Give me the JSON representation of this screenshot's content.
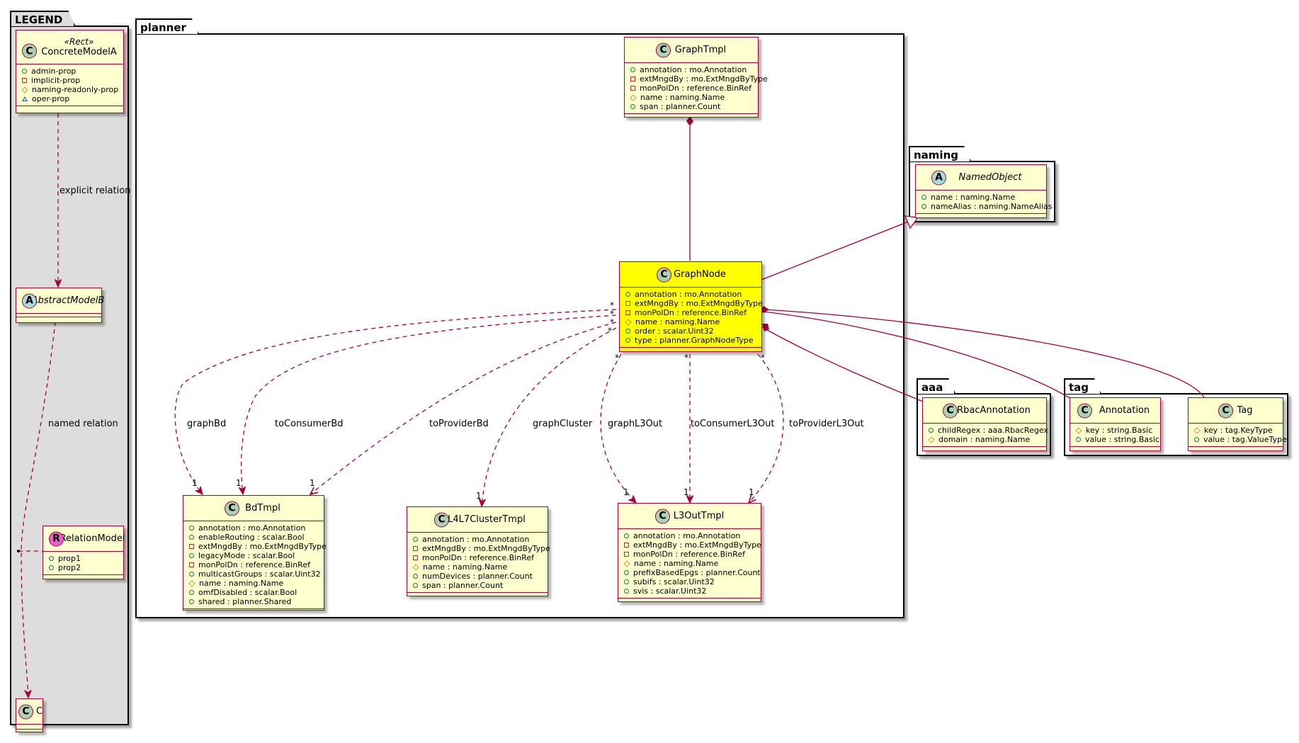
{
  "packages": {
    "legend": "LEGEND",
    "planner": "planner",
    "naming": "naming",
    "aaa": "aaa",
    "tag": "tag"
  },
  "legend": {
    "stereotype": "«Rect»",
    "concrete_model": {
      "name": "ConcreteModelA",
      "attrs": [
        {
          "vis": "public",
          "text": "admin-prop"
        },
        {
          "vis": "private",
          "text": "implicit-prop"
        },
        {
          "vis": "protected",
          "text": "naming-readonly-prop"
        },
        {
          "vis": "package",
          "text": "oper-prop"
        }
      ]
    },
    "abstract_model": {
      "name": "AbstractModelB"
    },
    "relation_model": {
      "name": "RelationModel",
      "attrs": [
        {
          "vis": "public",
          "text": "prop1"
        },
        {
          "vis": "public",
          "text": "prop2"
        }
      ]
    },
    "c_model": {
      "name": "C"
    },
    "explicit_relation": "explicit relation",
    "named_relation": "named relation"
  },
  "classes": {
    "graph_tmpl": {
      "name": "GraphTmpl",
      "attrs": [
        {
          "vis": "public",
          "text": "annotation : mo.Annotation"
        },
        {
          "vis": "private",
          "text": "extMngdBy : mo.ExtMngdByType"
        },
        {
          "vis": "private",
          "text": "monPolDn : reference.BinRef"
        },
        {
          "vis": "protected",
          "text": "name : naming.Name"
        },
        {
          "vis": "public",
          "text": "span : planner.Count"
        }
      ]
    },
    "graph_node": {
      "name": "GraphNode",
      "attrs": [
        {
          "vis": "public",
          "text": "annotation : mo.Annotation"
        },
        {
          "vis": "private",
          "text": "extMngdBy : mo.ExtMngdByType"
        },
        {
          "vis": "private",
          "text": "monPolDn : reference.BinRef"
        },
        {
          "vis": "protected",
          "text": "name : naming.Name"
        },
        {
          "vis": "public",
          "text": "order : scalar.Uint32"
        },
        {
          "vis": "public",
          "text": "type : planner.GraphNodeType"
        }
      ]
    },
    "bd_tmpl": {
      "name": "BdTmpl",
      "attrs": [
        {
          "vis": "public",
          "text": "annotation : mo.Annotation"
        },
        {
          "vis": "public",
          "text": "enableRouting : scalar.Bool"
        },
        {
          "vis": "private",
          "text": "extMngdBy : mo.ExtMngdByType"
        },
        {
          "vis": "public",
          "text": "legacyMode : scalar.Bool"
        },
        {
          "vis": "private",
          "text": "monPolDn : reference.BinRef"
        },
        {
          "vis": "public",
          "text": "multicastGroups : scalar.Uint32"
        },
        {
          "vis": "protected",
          "text": "name : naming.Name"
        },
        {
          "vis": "public",
          "text": "omfDisabled : scalar.Bool"
        },
        {
          "vis": "public",
          "text": "shared : planner.Shared"
        }
      ]
    },
    "l4l7_cluster_tmpl": {
      "name": "L4L7ClusterTmpl",
      "attrs": [
        {
          "vis": "public",
          "text": "annotation : mo.Annotation"
        },
        {
          "vis": "private",
          "text": "extMngdBy : mo.ExtMngdByType"
        },
        {
          "vis": "private",
          "text": "monPolDn : reference.BinRef"
        },
        {
          "vis": "protected",
          "text": "name : naming.Name"
        },
        {
          "vis": "public",
          "text": "numDevices : planner.Count"
        },
        {
          "vis": "public",
          "text": "span : planner.Count"
        }
      ]
    },
    "l3out_tmpl": {
      "name": "L3OutTmpl",
      "attrs": [
        {
          "vis": "public",
          "text": "annotation : mo.Annotation"
        },
        {
          "vis": "private",
          "text": "extMngdBy : mo.ExtMngdByType"
        },
        {
          "vis": "private",
          "text": "monPolDn : reference.BinRef"
        },
        {
          "vis": "protected",
          "text": "name : naming.Name"
        },
        {
          "vis": "public",
          "text": "prefixBasedEpgs : planner.Count"
        },
        {
          "vis": "public",
          "text": "subifs : scalar.Uint32"
        },
        {
          "vis": "public",
          "text": "svis : scalar.Uint32"
        }
      ]
    },
    "named_object": {
      "name": "NamedObject",
      "attrs": [
        {
          "vis": "public",
          "text": "name : naming.Name"
        },
        {
          "vis": "public",
          "text": "nameAlias : naming.NameAlias"
        }
      ]
    },
    "rbac_annotation": {
      "name": "RbacAnnotation",
      "attrs": [
        {
          "vis": "public",
          "text": "childRegex : aaa.RbacRegex"
        },
        {
          "vis": "protected",
          "text": "domain : naming.Name"
        }
      ]
    },
    "annotation": {
      "name": "Annotation",
      "attrs": [
        {
          "vis": "protected",
          "text": "key : string.Basic"
        },
        {
          "vis": "public",
          "text": "value : string.Basic"
        }
      ]
    },
    "tag": {
      "name": "Tag",
      "attrs": [
        {
          "vis": "protected",
          "text": "key : tag.KeyType"
        },
        {
          "vis": "public",
          "text": "value : tag.ValueType"
        }
      ]
    }
  },
  "relations": {
    "graph_bd": "graphBd",
    "to_consumer_bd": "toConsumerBd",
    "to_provider_bd": "toProviderBd",
    "graph_cluster": "graphCluster",
    "graph_l3out": "graphL3Out",
    "to_consumer_l3out": "toConsumerL3Out",
    "to_provider_l3out": "toProviderL3Out",
    "many": "*",
    "one": "1"
  },
  "colors": {
    "class_fill": "#fefece",
    "highlight_fill": "#ffff00",
    "border": "#a80036",
    "legend_fill": "#dddddd"
  }
}
